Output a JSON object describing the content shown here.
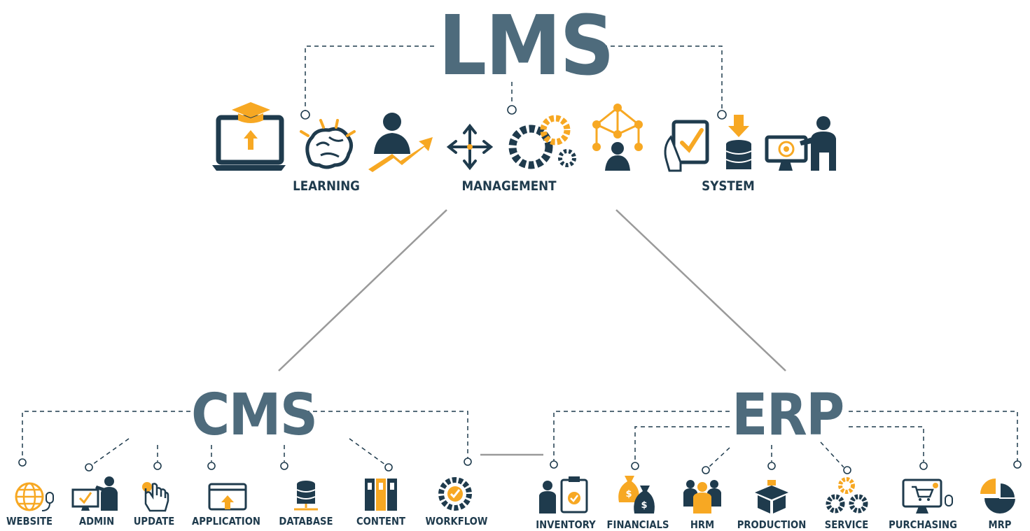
{
  "lms": {
    "title": "LMS",
    "labels": {
      "learning": "LEARNING",
      "management": "MANAGEMENT",
      "system": "SYSTEM"
    }
  },
  "cms": {
    "title": "CMS",
    "items": [
      "WEBSITE",
      "ADMIN",
      "UPDATE",
      "APPLICATION",
      "DATABASE",
      "CONTENT",
      "WORKFLOW"
    ]
  },
  "erp": {
    "title": "ERP",
    "items": [
      "INVENTORY",
      "FINANCIALS",
      "HRM",
      "PRODUCTION",
      "SERVICE",
      "PURCHASING",
      "MRP"
    ]
  },
  "colors": {
    "primary": "#1f3b4d",
    "accent": "#f7a823",
    "title": "#4e6b7c",
    "connector": "#9a9a9a"
  },
  "icons": [
    "laptop-graduation-icon",
    "brain-icon",
    "growth-person-icon",
    "arrows-icon",
    "gears-icon",
    "network-person-icon",
    "tablet-check-icon",
    "database-download-icon",
    "target-presenter-icon",
    "globe-mouse-icon",
    "admin-monitor-icon",
    "touch-click-icon",
    "browser-upload-icon",
    "database-icon",
    "binders-icon",
    "gear-check-icon",
    "clipboard-person-icon",
    "money-bags-icon",
    "team-icon",
    "box-icon",
    "gear-set-icon",
    "cart-monitor-icon",
    "pie-chart-icon"
  ]
}
